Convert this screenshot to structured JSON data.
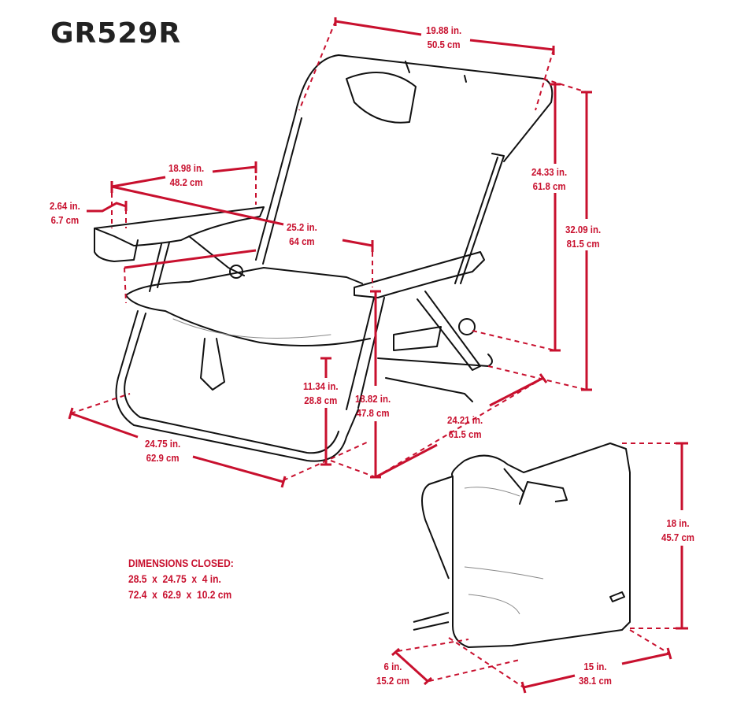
{
  "title": "GR529R",
  "colors": {
    "dimension": "#c8102e",
    "outline": "#111111",
    "title": "#222222"
  },
  "dimensions": {
    "top_width": {
      "in": "19.88 in.",
      "cm": "50.5 cm"
    },
    "armrest_length": {
      "in": "18.98 in.",
      "cm": "48.2 cm"
    },
    "cupholder_width": {
      "in": "2.64 in.",
      "cm": "6.7 cm"
    },
    "depth_diagonal": {
      "in": "25.2 in.",
      "cm": "64 cm"
    },
    "back_height": {
      "in": "24.33 in.",
      "cm": "61.8 cm"
    },
    "overall_height": {
      "in": "32.09 in.",
      "cm": "81.5 cm"
    },
    "seat_height": {
      "in": "11.34 in.",
      "cm": "28.8 cm"
    },
    "arm_height": {
      "in": "18.82 in.",
      "cm": "47.8 cm"
    },
    "base_depth": {
      "in": "24.21 in.",
      "cm": "61.5 cm"
    },
    "base_width": {
      "in": "24.75 in.",
      "cm": "62.9 cm"
    },
    "pack_height": {
      "in": "18 in.",
      "cm": "45.7 cm"
    },
    "pack_depth": {
      "in": "6 in.",
      "cm": "15.2 cm"
    },
    "pack_width": {
      "in": "15 in.",
      "cm": "38.1 cm"
    }
  },
  "closed": {
    "heading": "DIMENSIONS CLOSED:",
    "imperial": "28.5  x  24.75  x  4 in.",
    "metric": "72.4  x  62.9  x  10.2 cm"
  }
}
